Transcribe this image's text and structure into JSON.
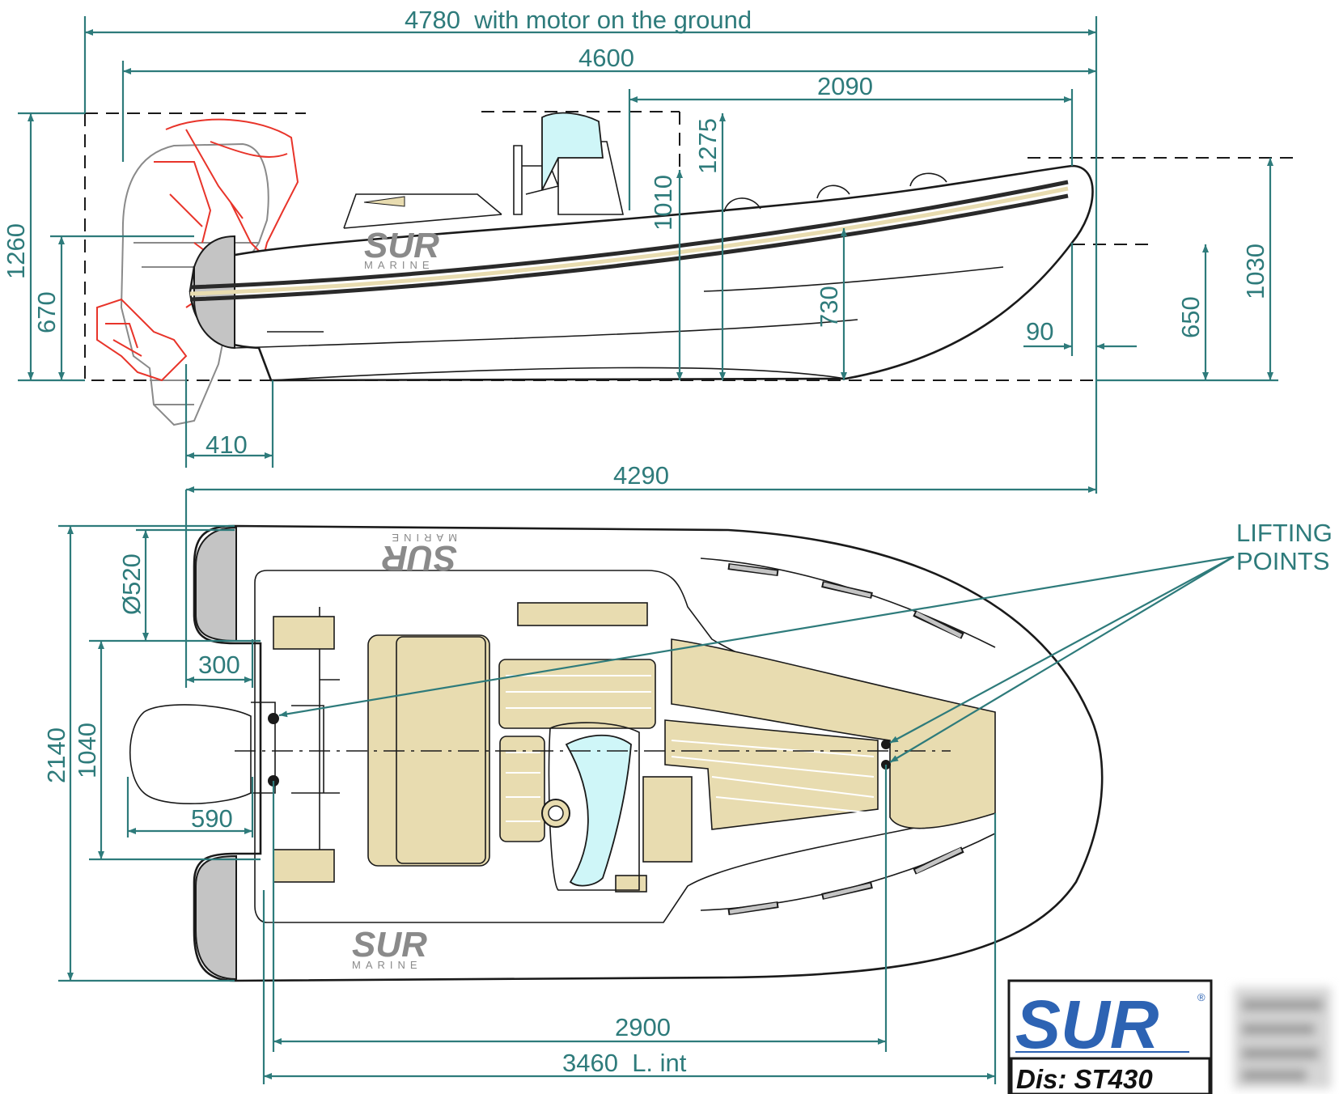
{
  "dimensions": {
    "overall_motor": "4780  with motor on the ground",
    "overall": "4600",
    "bow_section": "2090",
    "console_height": "1275",
    "tube_height": "1010",
    "total_height": "1260",
    "transom_height": "670",
    "bow_height": "1030",
    "tube_bow_height": "650",
    "draft_730": "730",
    "bow_offset": "90",
    "motor_offset": "410",
    "hull_length": "4290",
    "tube_diameter": "Ø520",
    "stern_300": "300",
    "beam": "2140",
    "transom_width": "1040",
    "motor_width": "590",
    "deck_length": "2900",
    "internal_length": "3460  L. int"
  },
  "annotations": {
    "lifting_line1": "LIFTING",
    "lifting_line2": "POINTS"
  },
  "brand": {
    "name": "SUR",
    "sub": "MARINE",
    "reg": "®",
    "model": "Dis: ST430"
  },
  "colors": {
    "dimension": "#2e7b7b",
    "deck": "#e8dcb0",
    "windscreen": "#cff6f8",
    "motor_overlay": "#e8342a",
    "logo_blue": "#2d63b3"
  }
}
